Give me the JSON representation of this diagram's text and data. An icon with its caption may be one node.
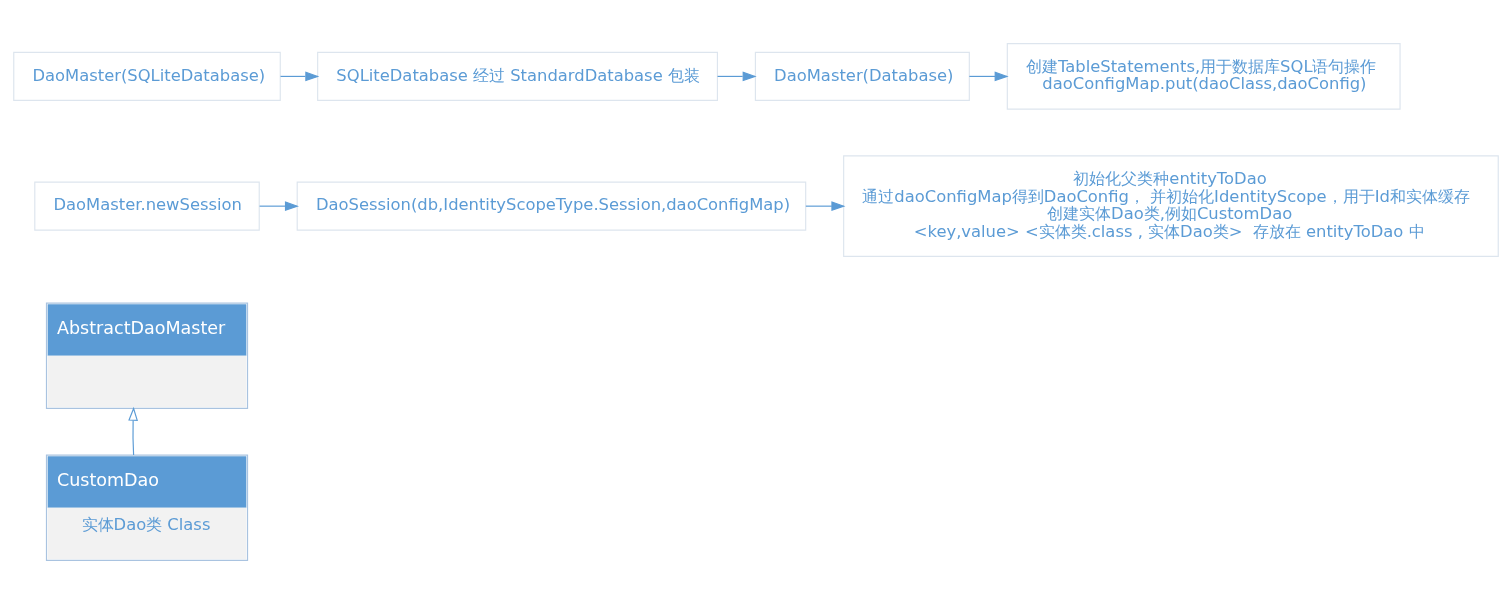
{
  "diagram": {
    "nodes": [
      {
        "text": [
          "DaoMaster(SQLiteDatabase)"
        ]
      },
      {
        "text": [
          "SQLiteDatabase 经过 StandardDatabase 包装"
        ]
      },
      {
        "text": [
          "DaoMaster(Database)"
        ]
      },
      {
        "text": [
          "创建TableStatements,用于数据库SQL语句操作",
          "daoConfigMap.put(daoClass,daoConfig)"
        ]
      },
      {
        "text": [
          "DaoMaster.newSession"
        ]
      },
      {
        "text": [
          "DaoSession(db,IdentityScopeType.Session,daoConfigMap)"
        ]
      },
      {
        "text": [
          "初始化父类种entityToDao",
          "通过daoConfigMap得到DaoConfig， 并初始化IdentityScope，用于Id和实体缓存",
          "创建实体Dao类,例如CustomDao",
          "<key,value> <实体类.class , 实体Dao类>  存放在 entityToDao 中"
        ]
      },
      {
        "text": [
          "AbstractDaoMaster"
        ]
      },
      {
        "text": [
          "CustomDao",
          "实体Dao类 Class"
        ]
      }
    ],
    "edges": [
      {
        "from": 0,
        "to": 1,
        "arrow": "to"
      },
      {
        "from": 1,
        "to": 2,
        "arrow": "to"
      },
      {
        "from": 2,
        "to": 3,
        "arrow": "to"
      },
      {
        "from": 4,
        "to": 5,
        "arrow": "to"
      },
      {
        "from": 5,
        "to": 6,
        "arrow": "to"
      },
      {
        "from": 8,
        "to": 7,
        "arrow": "to"
      }
    ]
  }
}
